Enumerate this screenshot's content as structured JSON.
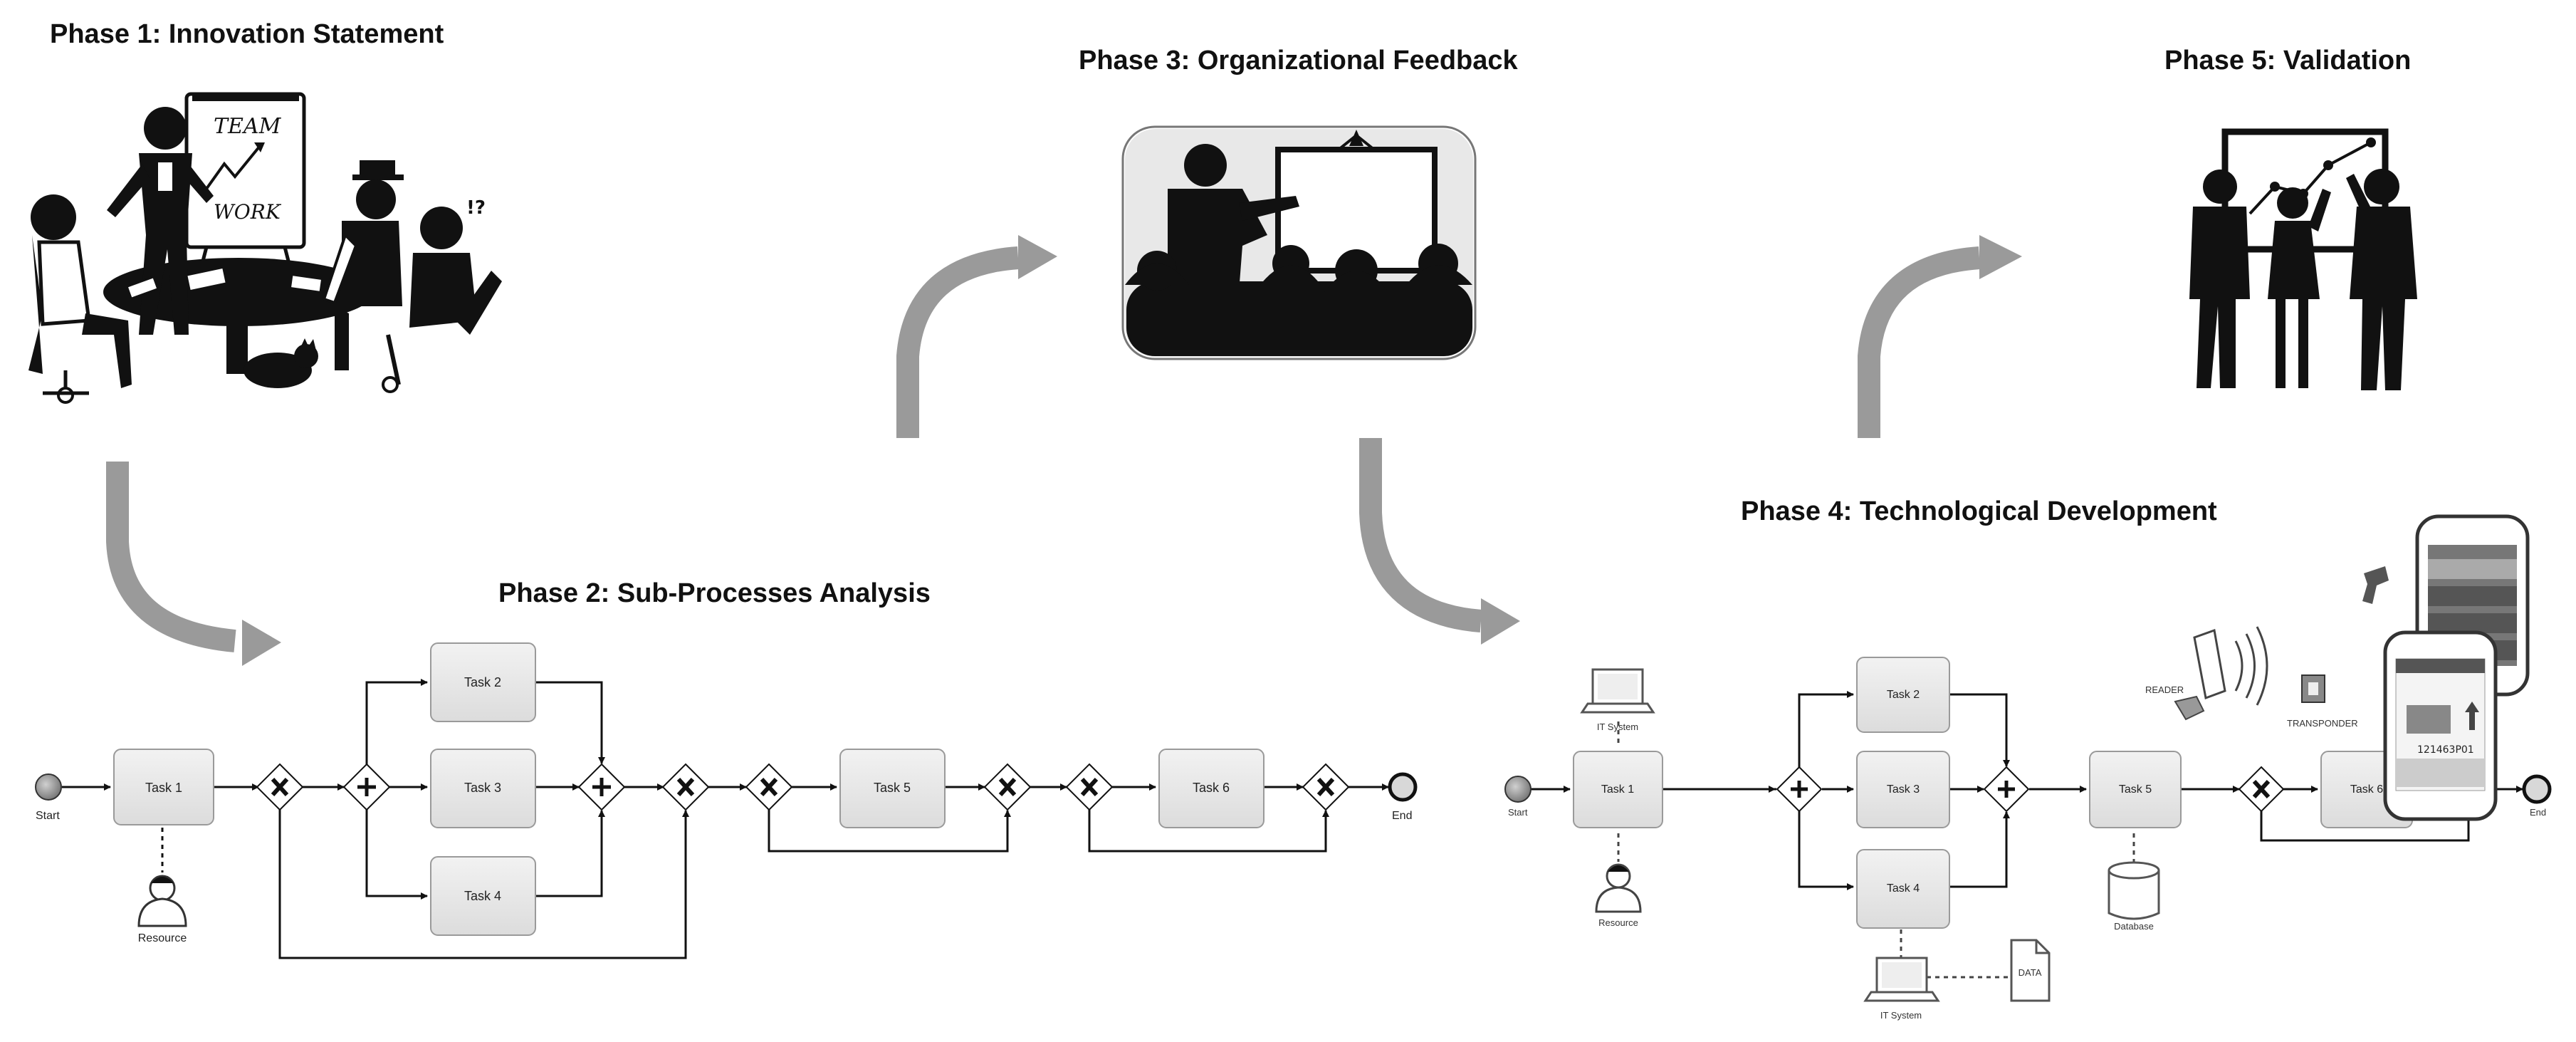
{
  "phases": {
    "p1": "Phase 1: Innovation Statement",
    "p2": "Phase 2: Sub-Processes Analysis",
    "p3": "Phase 3: Organizational Feedback",
    "p4": "Phase 4: Technological Development",
    "p5": "Phase 5: Validation"
  },
  "illustrations": {
    "p1": {
      "board_line1": "TEAM",
      "board_line2": "WORK",
      "exclaim": "!?"
    }
  },
  "diagram_a": {
    "start": "Start",
    "end": "End",
    "tasks": {
      "t1": "Task 1",
      "t2": "Task 2",
      "t3": "Task 3",
      "t4": "Task 4",
      "t5": "Task 5",
      "t6": "Task 6"
    },
    "resource": "Resource"
  },
  "diagram_b": {
    "start": "Start",
    "end": "End",
    "tasks": {
      "t1": "Task 1",
      "t2": "Task 2",
      "t3": "Task 3",
      "t4": "Task 4",
      "t5": "Task 5",
      "t6": "Task 6"
    },
    "resource": "Resource",
    "it_system_top": "IT System",
    "it_system_bottom": "IT System",
    "database": "Database",
    "data": "DATA",
    "reader": "READER",
    "transponder": "TRANSPONDER",
    "phone_code": "121463P01"
  },
  "colors": {
    "task_fill": "#e6e6e6",
    "task_stroke": "#9a9a9a",
    "arrow_gray": "#9a9a9a"
  }
}
